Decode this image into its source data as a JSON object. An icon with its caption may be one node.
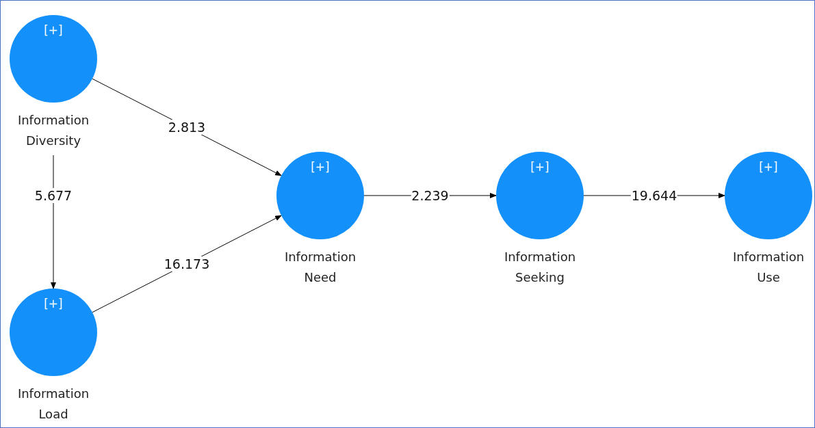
{
  "diagram": {
    "nodes": [
      {
        "text": [
          "[+]",
          "Information Diversity"
        ]
      },
      {
        "text": [
          "[+]",
          "Information Load"
        ]
      },
      {
        "text": [
          "[+]",
          "Information Need"
        ]
      },
      {
        "text": [
          "[+]",
          "Information Seeking"
        ]
      },
      {
        "text": [
          "[+]",
          "Information Use"
        ]
      }
    ],
    "edges": [
      {
        "from": 0,
        "to": 2,
        "arrow": "to",
        "label": "2.813"
      },
      {
        "from": 0,
        "to": 1,
        "arrow": "to",
        "label": "5.677"
      },
      {
        "from": 1,
        "to": 2,
        "arrow": "to",
        "label": "16.173"
      },
      {
        "from": 2,
        "to": 3,
        "arrow": "to",
        "label": "2.239"
      },
      {
        "from": 3,
        "to": 4,
        "arrow": "to",
        "label": "19.644"
      }
    ]
  }
}
